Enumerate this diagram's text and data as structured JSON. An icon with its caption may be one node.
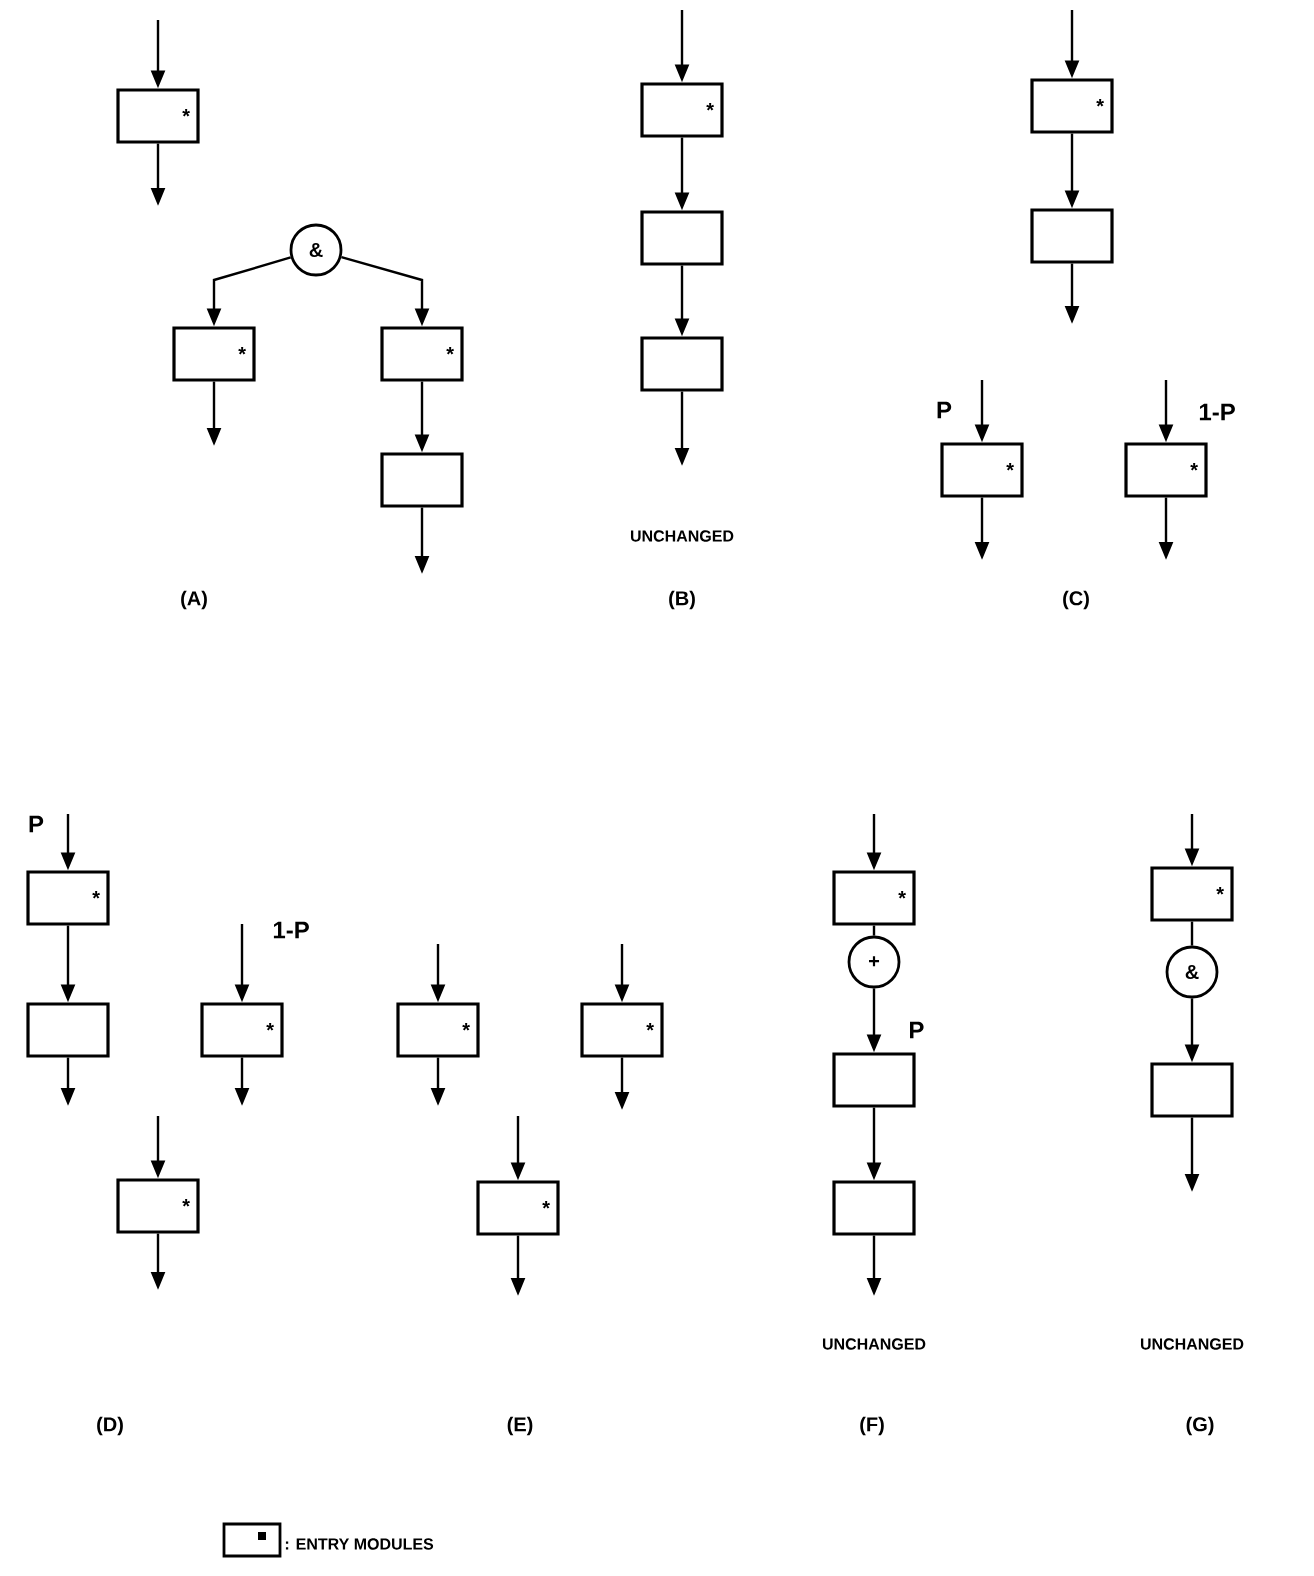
{
  "diagram": {
    "nodes": [
      {
        "text": [
          "*"
        ]
      },
      {
        "text": [
          "&"
        ]
      },
      {
        "text": [
          "*"
        ]
      },
      {
        "text": [
          "*"
        ]
      },
      {
        "text": [],
        "shape": "box"
      },
      {
        "text": [
          "*"
        ]
      },
      {
        "text": [],
        "shape": "box"
      },
      {
        "text": [],
        "shape": "box"
      },
      {
        "text": [
          "*"
        ]
      },
      {
        "text": [],
        "shape": "box"
      },
      {
        "text": [
          "*"
        ]
      },
      {
        "text": [
          "*"
        ]
      },
      {
        "text": [
          "*"
        ]
      },
      {
        "text": [],
        "shape": "box"
      },
      {
        "text": [
          "*"
        ]
      },
      {
        "text": [
          "*"
        ]
      },
      {
        "text": [
          "*"
        ]
      },
      {
        "text": [
          "*"
        ]
      },
      {
        "text": [
          "*"
        ]
      },
      {
        "text": [
          "*"
        ]
      },
      {
        "text": [
          "+"
        ]
      },
      {
        "text": [],
        "shape": "box"
      },
      {
        "text": [],
        "shape": "box"
      },
      {
        "text": [
          "*"
        ]
      },
      {
        "text": [
          "&"
        ]
      },
      {
        "text": [],
        "shape": "box"
      }
    ],
    "edges": [
      {
        "from": null,
        "to": 0,
        "arrow": "to"
      },
      {
        "from": 0,
        "to": null,
        "arrow": "to"
      },
      {
        "from": 1,
        "to": 2,
        "arrow": "to"
      },
      {
        "from": 1,
        "to": 3,
        "arrow": "to"
      },
      {
        "from": 3,
        "to": 4,
        "arrow": "to"
      },
      {
        "from": 2,
        "to": null,
        "arrow": "to"
      },
      {
        "from": 4,
        "to": null,
        "arrow": "to"
      },
      {
        "from": null,
        "to": 5,
        "arrow": "to"
      },
      {
        "from": 5,
        "to": 6,
        "arrow": "to"
      },
      {
        "from": 6,
        "to": 7,
        "arrow": "to"
      },
      {
        "from": 7,
        "to": null,
        "arrow": "to"
      },
      {
        "from": null,
        "to": 8,
        "arrow": "to"
      },
      {
        "from": 8,
        "to": 9,
        "arrow": "to"
      },
      {
        "from": 9,
        "to": null,
        "arrow": "to"
      },
      {
        "from": null,
        "to": 10,
        "arrow": "to",
        "label": "P"
      },
      {
        "from": 10,
        "to": null,
        "arrow": "to"
      },
      {
        "from": null,
        "to": 11,
        "arrow": "to",
        "label": "1-P"
      },
      {
        "from": 11,
        "to": null,
        "arrow": "to"
      },
      {
        "from": null,
        "to": 12,
        "arrow": "to",
        "label": "P"
      },
      {
        "from": 12,
        "to": 13,
        "arrow": "to"
      },
      {
        "from": 13,
        "to": null,
        "arrow": "to"
      },
      {
        "from": null,
        "to": 14,
        "arrow": "to",
        "label": "1-P"
      },
      {
        "from": 14,
        "to": null,
        "arrow": "to"
      },
      {
        "from": null,
        "to": 15,
        "arrow": "to"
      },
      {
        "from": 15,
        "to": null,
        "arrow": "to"
      },
      {
        "from": null,
        "to": 16,
        "arrow": "to"
      },
      {
        "from": 16,
        "to": null,
        "arrow": "to"
      },
      {
        "from": null,
        "to": 17,
        "arrow": "to"
      },
      {
        "from": 17,
        "to": null,
        "arrow": "to"
      },
      {
        "from": null,
        "to": 18,
        "arrow": "to"
      },
      {
        "from": 18,
        "to": null,
        "arrow": "to"
      },
      {
        "from": null,
        "to": 19,
        "arrow": "to"
      },
      {
        "from": 19,
        "to": 20,
        "arrow": "none"
      },
      {
        "from": 20,
        "to": 21,
        "arrow": "to",
        "label": "P"
      },
      {
        "from": 21,
        "to": 22,
        "arrow": "to"
      },
      {
        "from": 22,
        "to": null,
        "arrow": "to"
      },
      {
        "from": null,
        "to": 23,
        "arrow": "to"
      },
      {
        "from": 23,
        "to": 24,
        "arrow": "none"
      },
      {
        "from": 24,
        "to": 25,
        "arrow": "to"
      },
      {
        "from": 25,
        "to": null,
        "arrow": "to"
      }
    ],
    "labels": [
      "UNCHANGED",
      "(A)",
      "(B)",
      "(C)",
      "UNCHANGED",
      "UNCHANGED",
      "(D)",
      "(E)",
      "(F)",
      "(G)"
    ],
    "legend": [
      {
        "text": ": ENTRY MODULES"
      }
    ]
  }
}
